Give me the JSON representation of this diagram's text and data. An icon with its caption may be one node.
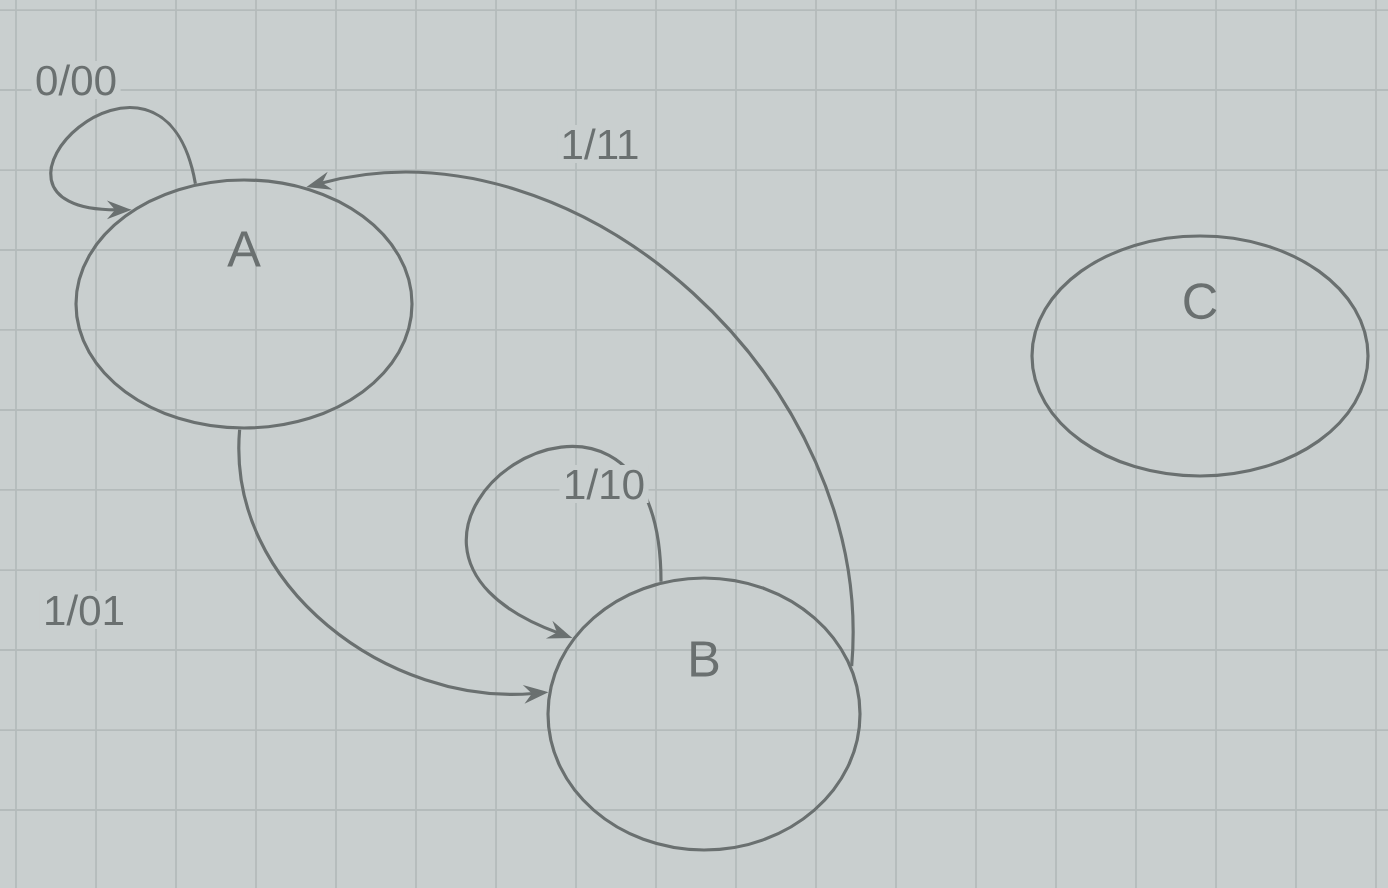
{
  "diagram": {
    "nodes": [
      {
        "text": [
          "A"
        ]
      },
      {
        "text": [
          "B"
        ]
      },
      {
        "text": [
          "C"
        ]
      }
    ],
    "edges": [
      {
        "from": 0,
        "to": 0,
        "arrow": "to",
        "label": "0/00"
      },
      {
        "from": 1,
        "to": 0,
        "arrow": "to",
        "label": "1/11"
      },
      {
        "from": 0,
        "to": 1,
        "arrow": "to",
        "label": "1/01"
      },
      {
        "from": 1,
        "to": 1,
        "arrow": "to",
        "label": "1/10"
      }
    ]
  }
}
